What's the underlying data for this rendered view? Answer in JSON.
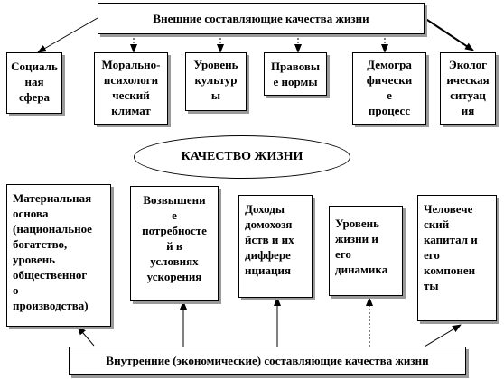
{
  "top_header": "Внешние составляющие качества жизни",
  "center_label": "КАЧЕСТВО ЖИЗНИ",
  "bottom_header": "Внутренние (экономические) составляющие качества жизни",
  "top_boxes": [
    {
      "lines": [
        "Социаль",
        "ная",
        "сфера"
      ]
    },
    {
      "lines": [
        "Морально-",
        "психологи",
        "ческий",
        "климат"
      ]
    },
    {
      "lines": [
        "Уровень",
        "культур",
        "ы"
      ]
    },
    {
      "lines": [
        "Правовы",
        "е нормы"
      ]
    },
    {
      "lines": [
        "Демогра",
        "фически",
        "е",
        "процесс"
      ]
    },
    {
      "lines": [
        "Эколог",
        "ическая",
        "ситуац",
        "ия"
      ]
    }
  ],
  "bottom_boxes": [
    {
      "lines": [
        "Материальная",
        "основа",
        "(национальное",
        "богатство,",
        "уровень",
        "общественног",
        "о",
        "производства)"
      ]
    },
    {
      "lines": [
        "Возвышени",
        "е",
        "потребносте",
        "й в",
        "условиях",
        "ускорения"
      ]
    },
    {
      "lines": [
        "Доходы",
        "домохозя",
        "йств и их",
        "диффере",
        "нциация"
      ]
    },
    {
      "lines": [
        "Уровень",
        "жизни и",
        "его",
        "динамика"
      ]
    },
    {
      "lines": [
        "Человече",
        "ский",
        "капитал и",
        "его",
        "компонен",
        "ты"
      ]
    }
  ]
}
